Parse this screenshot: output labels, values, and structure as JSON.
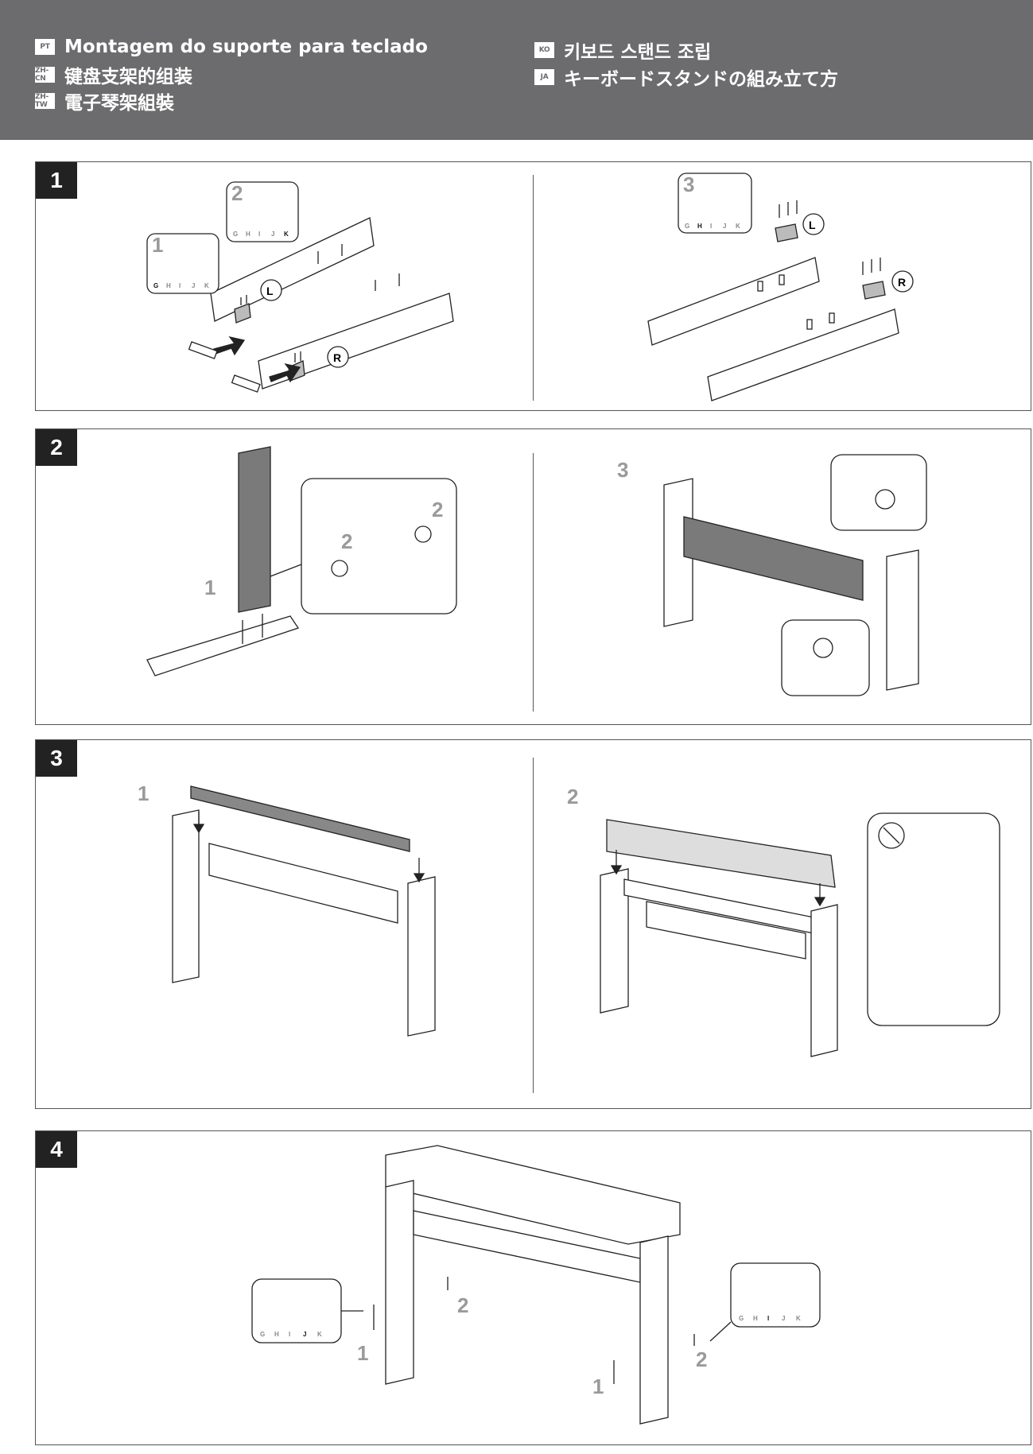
{
  "header": {
    "langs": [
      {
        "code": "PT",
        "title": "Montagem do suporte para teclado"
      },
      {
        "code": "ZH-CN",
        "title": "键盘支架的组装"
      },
      {
        "code": "ZH-TW",
        "title": "電子琴架組裝"
      },
      {
        "code": "KO",
        "title": "키보드 스탠드 조립"
      },
      {
        "code": "JA",
        "title": "キーボードスタンドの組み立て方"
      }
    ]
  },
  "steps": [
    {
      "number": "1",
      "sub_labels": [
        "1",
        "2",
        "3"
      ],
      "callouts": [
        "L",
        "R",
        "L",
        "R"
      ],
      "parts_1": [
        "G",
        "H",
        "I",
        "J",
        "K"
      ],
      "parts_2": [
        "G",
        "H",
        "I",
        "J",
        "K"
      ],
      "parts_3": [
        "G",
        "H",
        "I",
        "J",
        "K"
      ]
    },
    {
      "number": "2",
      "sub_labels": [
        "1",
        "2",
        "2",
        "3"
      ]
    },
    {
      "number": "3",
      "sub_labels": [
        "1",
        "2"
      ]
    },
    {
      "number": "4",
      "sub_labels": [
        "1",
        "2",
        "1",
        "2"
      ],
      "parts_left": [
        "G",
        "H",
        "I",
        "J",
        "K"
      ],
      "parts_right": [
        "G",
        "H",
        "I",
        "J",
        "K"
      ]
    }
  ],
  "colors": {
    "header_bg": "#6c6c6e",
    "line": "#555555",
    "highlight": "#111111",
    "muted": "#9a9a9a"
  }
}
